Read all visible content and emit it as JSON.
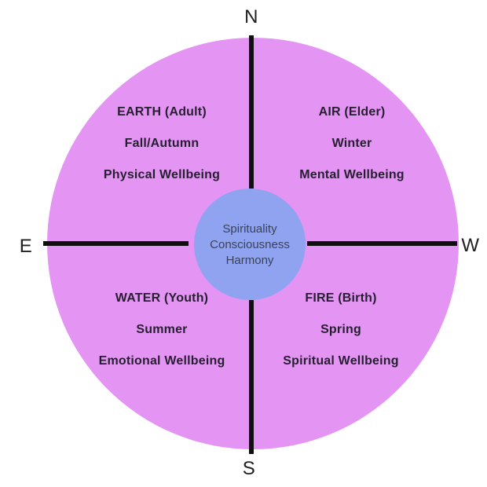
{
  "diagram_title": "medicine-wheel",
  "compass": {
    "north": "N",
    "east": "E",
    "west": "W",
    "south": "S"
  },
  "quadrants": {
    "earth": {
      "element": "EARTH (Adult)",
      "season": "Fall/Autumn",
      "wellbeing": "Physical Wellbeing"
    },
    "air": {
      "element": "AIR (Elder)",
      "season": "Winter",
      "wellbeing": "Mental Wellbeing"
    },
    "water": {
      "element": "WATER (Youth)",
      "season": "Summer",
      "wellbeing": "Emotional Wellbeing"
    },
    "fire": {
      "element": "FIRE (Birth)",
      "season": "Spring",
      "wellbeing": "Spiritual Wellbeing"
    }
  },
  "center": {
    "line1": "Spirituality",
    "line2": "Consciousness",
    "line3": "Harmony"
  },
  "colors": {
    "wheel_fill": "#e494f2",
    "center_circle_fill": "#8fa3f0",
    "axis_line": "#0f0f0f",
    "quadrant_text": "#261f31",
    "center_text": "#3a4258",
    "compass_text": "#202020",
    "background": "#ffffff"
  }
}
